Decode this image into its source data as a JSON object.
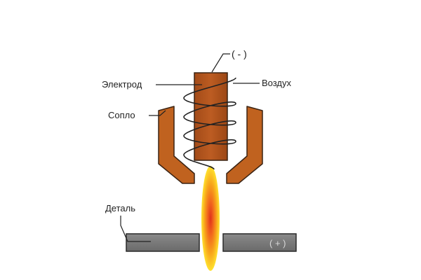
{
  "labels": {
    "negative_terminal": "( - )",
    "electrode": "Электрод",
    "air": "Воздух",
    "nozzle": "Сопло",
    "workpiece": "Деталь",
    "positive_terminal": "( + )"
  },
  "colors": {
    "electrode_fill": "#b5561f",
    "electrode_stroke": "#3a2313",
    "nozzle_fill": "#c0621f",
    "nozzle_stroke": "#3a2313",
    "workpiece_fill": "#7a7a7a",
    "workpiece_stroke": "#2a2a2a",
    "coil_stroke": "#222222",
    "arc_core": "#e0301a",
    "arc_mid": "#f7a21b",
    "arc_outer": "#ffe22e"
  }
}
